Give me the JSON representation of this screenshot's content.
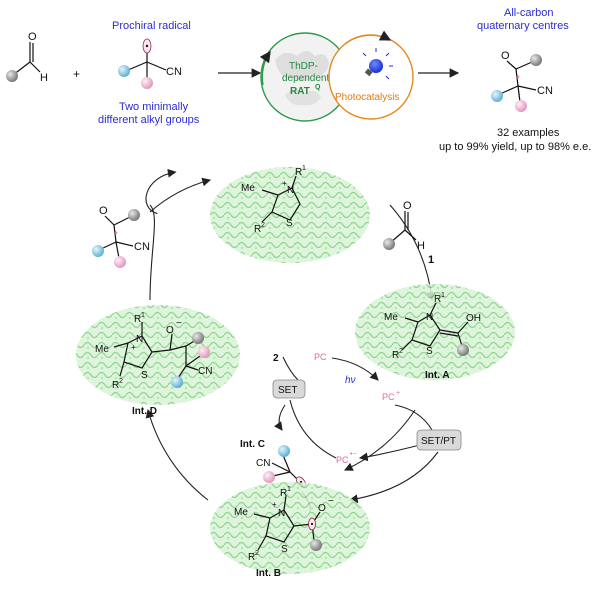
{
  "header": {
    "prochiral_radical": "Prochiral radical",
    "two_groups_line1": "Two minimally",
    "two_groups_line2": "different alkyl groups",
    "quaternary_line1": "All-carbon",
    "quaternary_line2": "quaternary centres",
    "examples": "32 examples",
    "yield_ee": "up to 99% yield, up to 98% e.e.",
    "enzyme_line1": "ThDP-",
    "enzyme_line2": "dependent",
    "enzyme_line3": "RAT",
    "enzyme_sup": "Q",
    "photocatalysis": "Photocatalysis",
    "plus": "+",
    "aldehyde_h": "H",
    "cn": "CN",
    "o": "O"
  },
  "cycle": {
    "int_a": "Int. A",
    "int_b": "Int. B",
    "int_c": "Int. C",
    "int_d": "Int. D",
    "set": "SET",
    "set_pt": "SET/PT",
    "pc": "PC",
    "pc_plus": "PC",
    "pc_plus_sup": "+",
    "pc_minus": "PC",
    "pc_minus_sup": "•−",
    "hv": "hν",
    "reagent_1": "1",
    "reagent_2": "2",
    "me": "Me",
    "r1": "R",
    "r1_sup": "1",
    "r2": "R",
    "r2_sup": "2",
    "n": "N",
    "n_plus": "+",
    "s": "S",
    "oh": "OH",
    "o_minus": "−",
    "cn": "CN",
    "o": "O",
    "h": "H",
    "star": "*"
  },
  "colors": {
    "blue_text": "#2b2bd6",
    "green_circle": "#2e9a4a",
    "orange_circle": "#e58a1f",
    "pink": "#e8a6c8",
    "cyan_ball": "#8cc9e8",
    "grey_ball": "#9a9a9a",
    "enzyme_green": "#8fd88f"
  }
}
